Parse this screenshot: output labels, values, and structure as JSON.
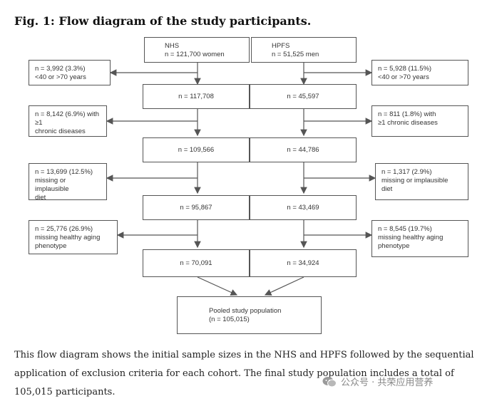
{
  "figure_title": "Fig. 1: Flow diagram of the study participants.",
  "nhs": {
    "name": "NHS",
    "n": "n = 121,700 women"
  },
  "hpfs": {
    "name": "HPFS",
    "n": "n = 51,525 men"
  },
  "exclusions": {
    "nhs_age": [
      "n = 3,992 (3.3%)",
      "<40 or >70 years"
    ],
    "hpfs_age": [
      "n = 5,928 (11.5%)",
      "<40 or >70 years"
    ],
    "nhs_chronic": [
      "n = 8,142 (6.9%) with ≥1",
      "chronic diseases"
    ],
    "hpfs_chronic": [
      "n = 811 (1.8%) with",
      "≥1 chronic diseases"
    ],
    "nhs_diet": [
      "n = 13,699 (12.5%)",
      "missing or implausible",
      "diet"
    ],
    "hpfs_diet": [
      "n = 1,317 (2.9%)",
      "missing or implausible",
      "diet"
    ],
    "nhs_aging": [
      "n = 25,776 (26.9%)",
      "missing healthy aging",
      "phenotype"
    ],
    "hpfs_aging": [
      "n = 8,545 (19.7%)",
      "missing healthy aging",
      "phenotype"
    ]
  },
  "counts": {
    "nhs": [
      "n = 117,708",
      "n = 109,566",
      "n = 95,867",
      "n = 70,091"
    ],
    "hpfs": [
      "n = 45,597",
      "n = 44,786",
      "n = 43,469",
      "n = 34,924"
    ]
  },
  "pooled": {
    "label": "Pooled study population",
    "n": "(n = 105,015)"
  },
  "caption": "This flow diagram shows the initial sample sizes in the NHS and HPFS followed by the sequential application of exclusion criteria for each cohort. The final study population includes a total of 105,015 participants.",
  "watermark": "公众号 · 共荣应用营养"
}
